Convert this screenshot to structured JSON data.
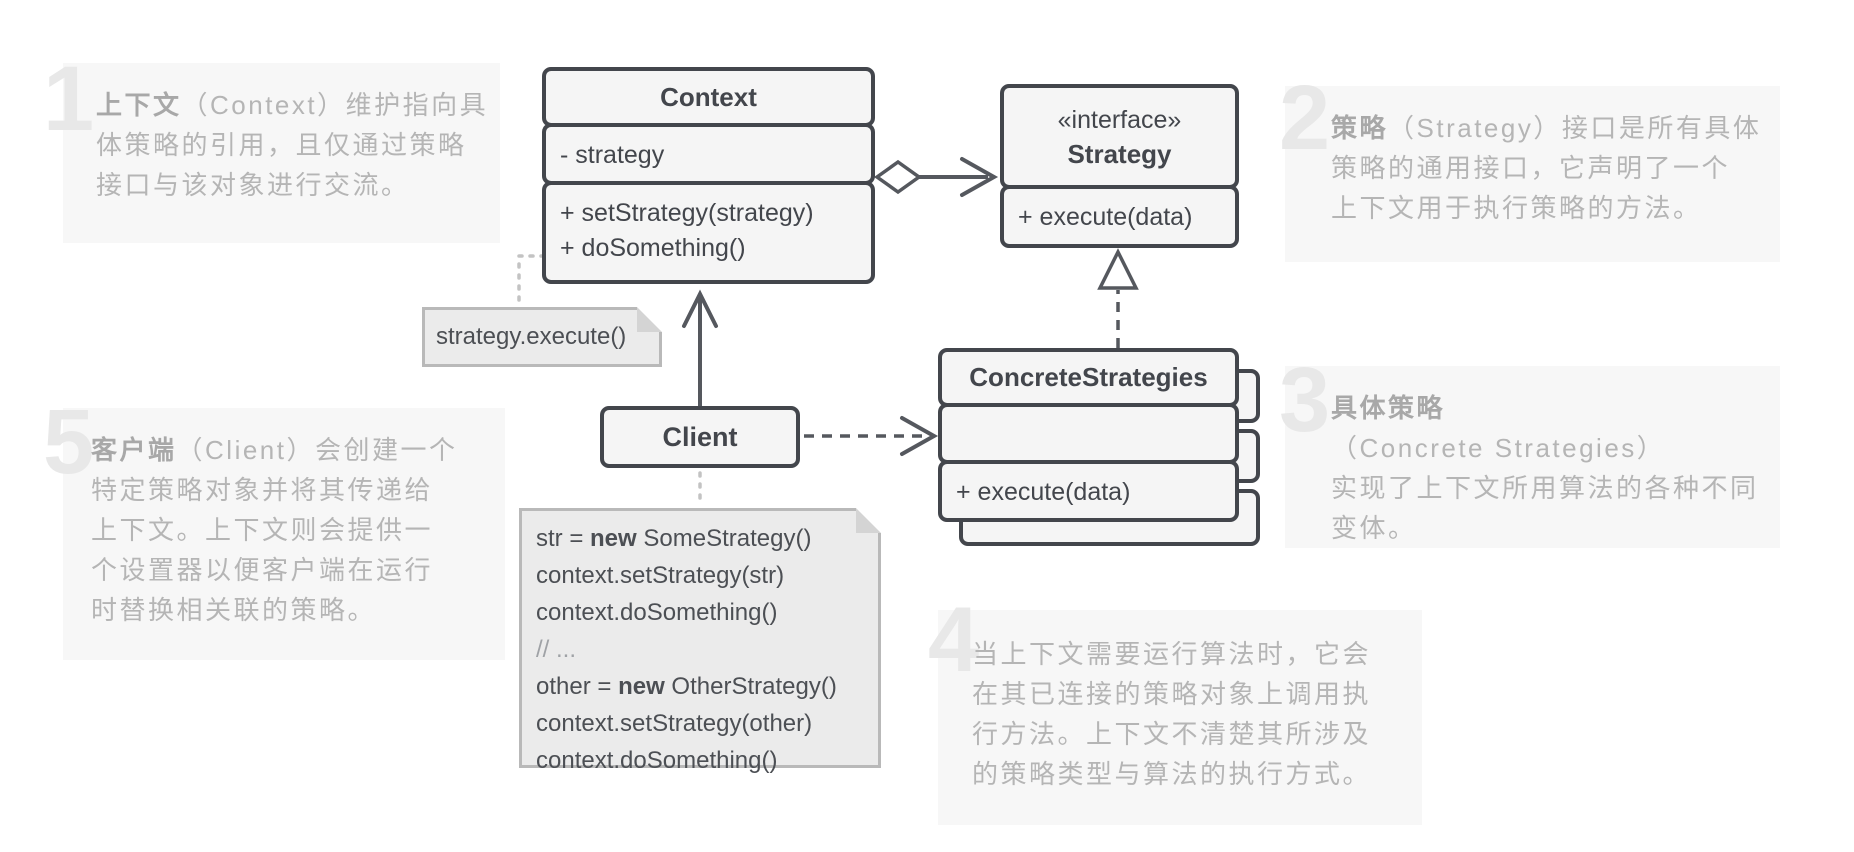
{
  "diagram_title": "Strategy pattern structure diagram",
  "colors": {
    "box_border": "#43464c",
    "box_fill": "#f5f5f5",
    "note_fill": "#ebebeb",
    "note_border": "#b9b9b9",
    "panel_bg": "#f7f7f7",
    "annotation_text": "#b5b5b5",
    "annotation_lead_text": "#a8a8a8",
    "number_text": "#e8e8e8",
    "arrow": "#55585e",
    "dotted_connector": "#c3c3c3",
    "code_text": "#4c4f54"
  },
  "classes": {
    "context": {
      "title": "Context",
      "attribute": "- strategy",
      "methods": [
        "+ setStrategy(strategy)",
        "+ doSomething()"
      ]
    },
    "strategy": {
      "stereotype": "«interface»",
      "title": "Strategy",
      "method": "+ execute(data)"
    },
    "concrete": {
      "title": "ConcreteStrategies",
      "method": "+ execute(data)"
    },
    "client": {
      "title": "Client"
    }
  },
  "notes": {
    "call_note": {
      "text": "strategy.execute()"
    },
    "code_note": {
      "lines": [
        {
          "a": "str = ",
          "b": "new",
          "c": " SomeStrategy()"
        },
        {
          "a": "context.setStrategy(str)"
        },
        {
          "a": "context.doSomething()"
        },
        {
          "a": "// ..."
        },
        {
          "a": "other = ",
          "b": "new",
          "c": " OtherStrategy()"
        },
        {
          "a": "context.setStrategy(other)"
        },
        {
          "a": "context.doSomething()"
        }
      ]
    }
  },
  "annotations": [
    {
      "number": "1",
      "lead": "上下文",
      "line1_rest": "（Context）维护指向具",
      "lines": [
        "体策略的引用，且仅通过策略",
        "接口与该对象进行交流。"
      ]
    },
    {
      "number": "2",
      "lead": "策略",
      "line1_rest": "（Strategy）接口是所有具体",
      "lines": [
        "策略的通用接口，它声明了一个",
        "上下文用于执行策略的方法。"
      ]
    },
    {
      "number": "3",
      "lead": "具体策略",
      "line1_rest": "（Concrete Strategies）",
      "lines": [
        "实现了上下文所用算法的各种不同",
        "变体。"
      ]
    },
    {
      "number": "4",
      "lead": "",
      "line1_rest": "当上下文需要运行算法时，它会",
      "lines": [
        "在其已连接的策略对象上调用执",
        "行方法。上下文不清楚其所涉及",
        "的策略类型与算法的执行方式。"
      ]
    },
    {
      "number": "5",
      "lead": "客户端",
      "line1_rest": "（Client）会创建一个",
      "lines": [
        "特定策略对象并将其传递给",
        "上下文。上下文则会提供一",
        "个设置器以便客户端在运行",
        "时替换相关联的策略。"
      ]
    }
  ]
}
